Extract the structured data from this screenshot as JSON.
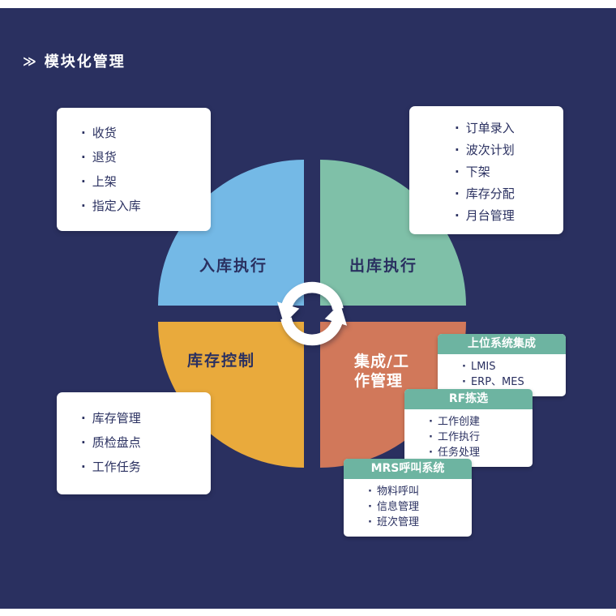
{
  "title": {
    "marker": "≫",
    "text": "模块化管理"
  },
  "ui": {
    "bullet": "·"
  },
  "colors": {
    "background": "#2a3060",
    "text_navy": "#2a3060",
    "mini_header": "#6db4a1"
  },
  "diagram": {
    "quadrants": [
      {
        "label": "入库执行",
        "color": "#74b9e6"
      },
      {
        "label": "出库执行",
        "color": "#7fc0a8"
      },
      {
        "label": "库存控制",
        "color": "#e9aa3c"
      },
      {
        "label": "集成/工\n作管理",
        "color": "#d1785a"
      }
    ]
  },
  "cards": {
    "inbound": {
      "items": [
        "收货",
        "退货",
        "上架",
        "指定入库"
      ]
    },
    "outbound": {
      "items": [
        "订单录入",
        "波次计划",
        "下架",
        "库存分配",
        "月台管理"
      ]
    },
    "inventory": {
      "items": [
        "库存管理",
        "质检盘点",
        "工作任务"
      ]
    }
  },
  "mini_cards": [
    {
      "title": "上位系统集成",
      "items": [
        "LMIS",
        "ERP、MES"
      ]
    },
    {
      "title": "RF拣选",
      "items": [
        "工作创建",
        "工作执行",
        "任务处理"
      ]
    },
    {
      "title": "MRS呼叫系统",
      "items": [
        "物料呼叫",
        "信息管理",
        "班次管理"
      ]
    }
  ]
}
